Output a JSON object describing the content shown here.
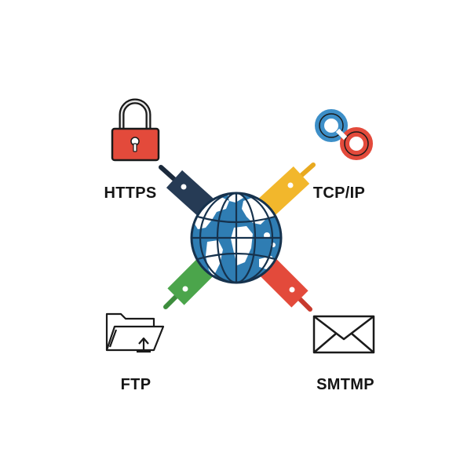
{
  "center": {
    "icon": "globe-icon",
    "ocean_color": "#2f7db3",
    "land_color": "#ffffff"
  },
  "protocols": [
    {
      "id": "https",
      "label": "HTTPS",
      "icon": "padlock-icon",
      "cable_color": "#263b55",
      "icon_color": "#e34a3b"
    },
    {
      "id": "tcpip",
      "label": "TCP/IP",
      "icon": "link-icon",
      "cable_color": "#f2b72c",
      "icon_colors": [
        "#3d8fc8",
        "#e34a3b"
      ]
    },
    {
      "id": "ftp",
      "label": "FTP",
      "icon": "folder-upload-icon",
      "cable_color": "#4ba54b"
    },
    {
      "id": "smtp",
      "label": "SMTMP",
      "icon": "envelope-icon",
      "cable_color": "#e34a3b"
    }
  ]
}
